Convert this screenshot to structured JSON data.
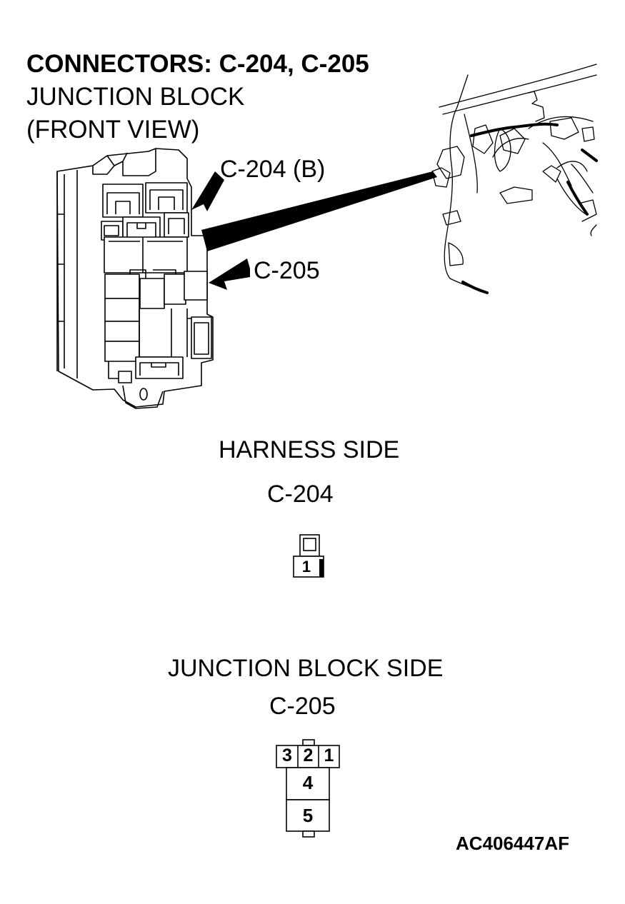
{
  "header": {
    "title": "CONNECTORS: C-204, C-205",
    "subtitle": "JUNCTION BLOCK",
    "view": "(FRONT VIEW)"
  },
  "callouts": {
    "c204": "C-204 (B)",
    "c205": "C-205"
  },
  "harness": {
    "heading": "HARNESS SIDE",
    "connector": "C-204",
    "pins": [
      "1"
    ]
  },
  "junction_side": {
    "heading": "JUNCTION BLOCK SIDE",
    "connector": "C-205",
    "pins": [
      "3",
      "2",
      "1",
      "4",
      "5"
    ]
  },
  "figure_code": "AC406447AF"
}
